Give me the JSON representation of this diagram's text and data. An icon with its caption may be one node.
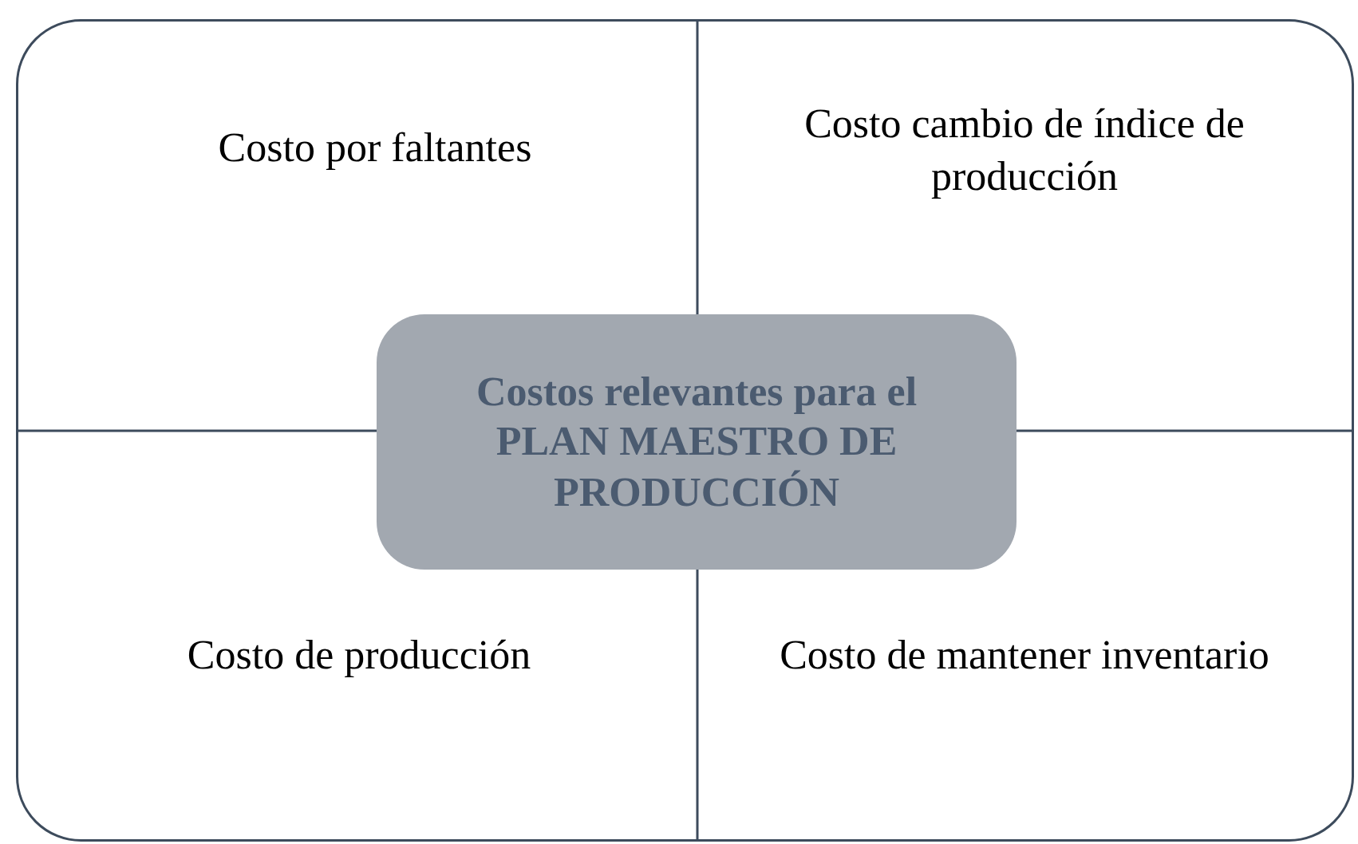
{
  "diagram": {
    "nodes": [
      {
        "text": [
          "Costo por faltantes"
        ]
      },
      {
        "text": [
          "Costo cambio de índice de producción"
        ]
      },
      {
        "text": [
          "Costos relevantes para el PLAN MAESTRO DE PRODUCCIÓN"
        ]
      },
      {
        "text": [
          "Costo de producción"
        ]
      },
      {
        "text": [
          "Costo de mantener inventario"
        ]
      }
    ]
  }
}
